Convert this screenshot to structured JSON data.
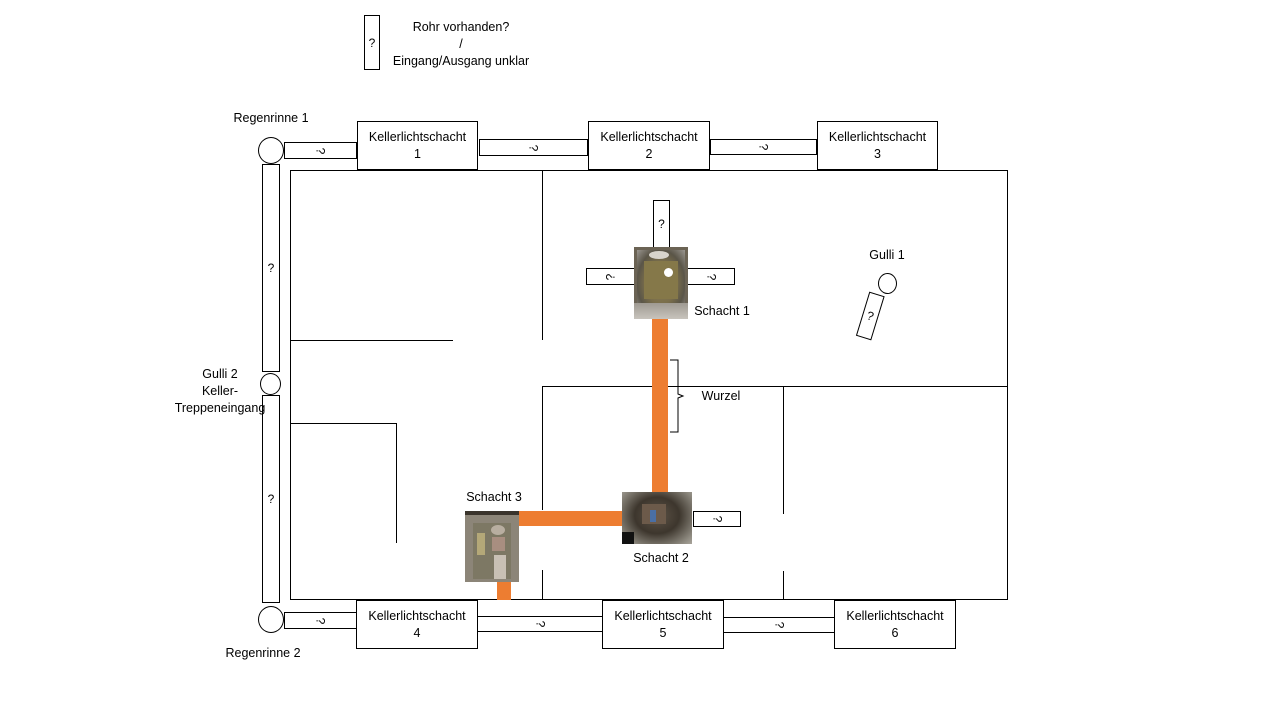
{
  "legend": {
    "symbol": "?",
    "line1": "Rohr vorhanden?",
    "line2": "/",
    "line3": "Eingang/Ausgang unklar"
  },
  "gutters": {
    "regenrinne1": "Regenrinne 1",
    "regenrinne2": "Regenrinne 2",
    "gulli2_line1": "Gulli 2",
    "gulli2_line2": "Keller-",
    "gulli2_line3": "Treppeneingang",
    "gulli1": "Gulli 1"
  },
  "lightwells": [
    {
      "name": "Kellerlichtschacht",
      "num": "1"
    },
    {
      "name": "Kellerlichtschacht",
      "num": "2"
    },
    {
      "name": "Kellerlichtschacht",
      "num": "3"
    },
    {
      "name": "Kellerlichtschacht",
      "num": "4"
    },
    {
      "name": "Kellerlichtschacht",
      "num": "5"
    },
    {
      "name": "Kellerlichtschacht",
      "num": "6"
    }
  ],
  "shafts": {
    "s1": "Schacht 1",
    "s2": "Schacht 2",
    "s3": "Schacht 3"
  },
  "annotation": {
    "wurzel": "Wurzel"
  },
  "unknown_marker": "?",
  "colors": {
    "pipe_known": "#ed7d31",
    "line": "#000000"
  }
}
